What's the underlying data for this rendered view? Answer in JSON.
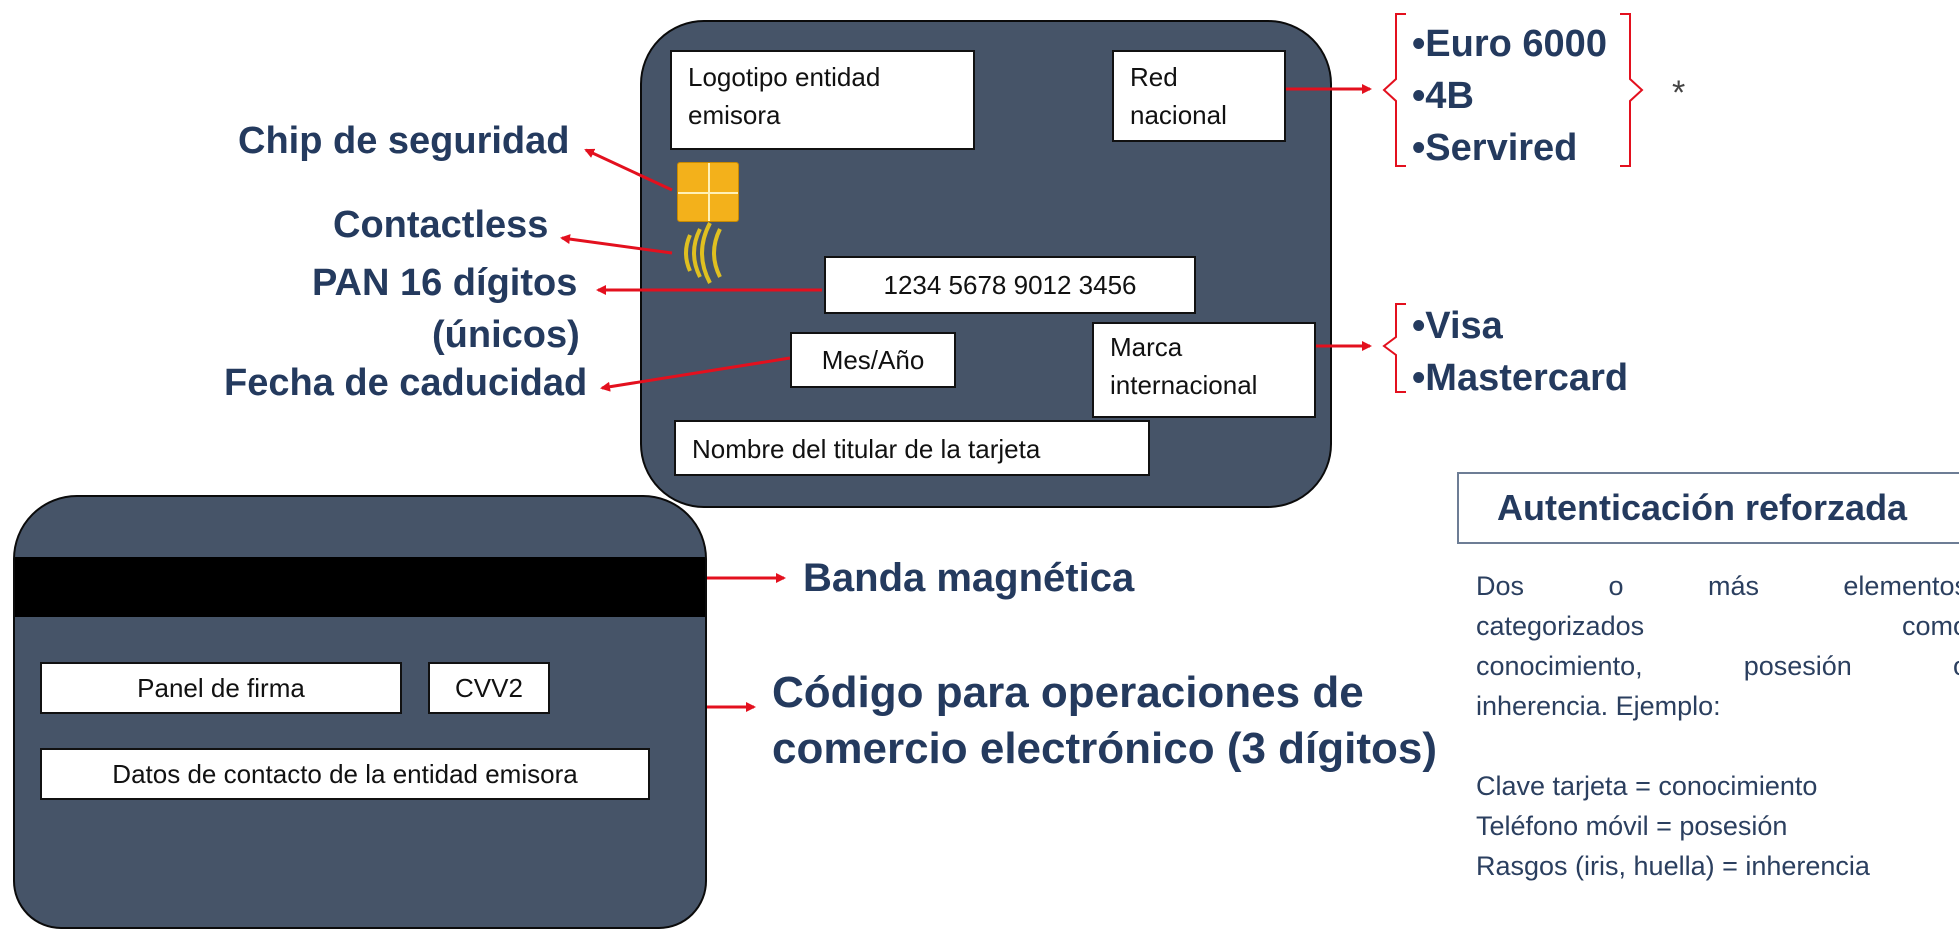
{
  "front_card": {
    "logo_box": "Logotipo entidad\nemisora",
    "network_box": "Red\nnacional",
    "pan_box": "1234  5678  9012  3456",
    "expiry_box": "Mes/Año",
    "brand_box": "Marca\ninternacional",
    "holder_box": "Nombre del titular de la tarjeta"
  },
  "front_labels": {
    "chip": "Chip de seguridad",
    "contactless": "Contactless",
    "pan_line1": "PAN 16 dígitos",
    "pan_line2": "(únicos)",
    "expiry": "Fecha de caducidad"
  },
  "national_networks": [
    "•Euro 6000",
    "•4B",
    "•Servired"
  ],
  "asterisk": "*",
  "international_brands": [
    "•Visa",
    "•Mastercard"
  ],
  "back_card": {
    "signature_box": "Panel de firma",
    "cvv_box": "CVV2",
    "contact_box": "Datos de contacto de la entidad emisora"
  },
  "back_labels": {
    "stripe": "Banda magnética",
    "cvv_line1": "Código para operaciones de",
    "cvv_line2": "comercio electrónico (3 dígitos)"
  },
  "auth": {
    "title": "Autenticación reforzada",
    "desc_line1": "Dos o más elementos",
    "desc_line2": "categorizados como",
    "desc_line3": "conocimiento, posesión o",
    "desc_line4": "inherencia. Ejemplo:",
    "examples": [
      "Clave tarjeta = conocimiento",
      "Teléfono móvil = posesión",
      "Rasgos (iris, huella) = inherencia"
    ]
  },
  "colors": {
    "card": "#465468",
    "label_text": "#243a5e",
    "arrow": "#e3101e",
    "chip": "#f3b11b",
    "contactless": "#e0c020"
  }
}
